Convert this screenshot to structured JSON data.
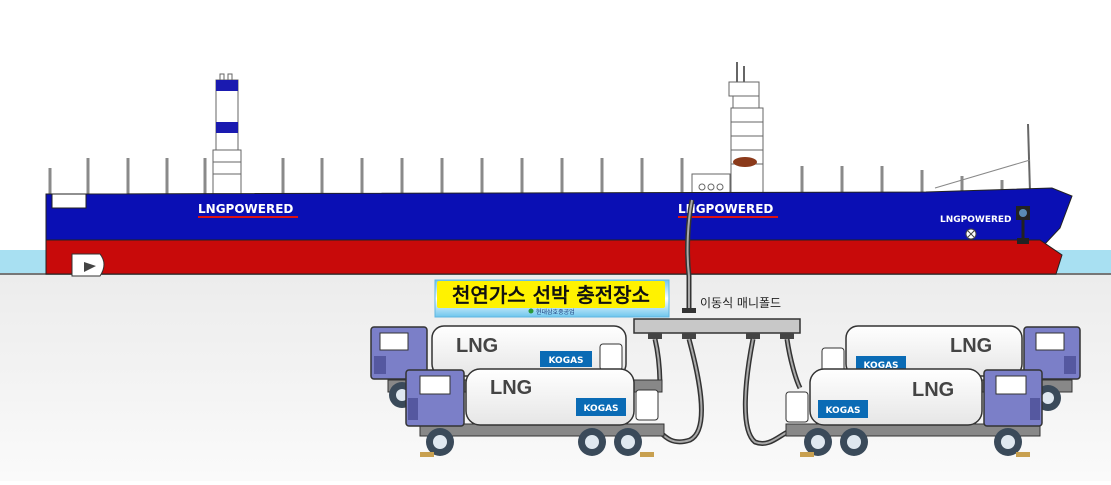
{
  "ship": {
    "label_1": "LNGPOWERED",
    "label_2": "LNGPOWERED",
    "label_3": "LNGPOWERED",
    "hull_blue": "#0a0fb4",
    "hull_red": "#c80a0a"
  },
  "station": {
    "title": "천연가스 선박 충전장소",
    "sub": "현대삼호중공업"
  },
  "manifold": {
    "label": "이동식 매니폴드"
  },
  "trucks": [
    {
      "cargo": "LNG",
      "brand": "KOGAS"
    },
    {
      "cargo": "LNG",
      "brand": "KOGAS"
    },
    {
      "cargo": "LNG",
      "brand": "KOGAS"
    },
    {
      "cargo": "LNG",
      "brand": "KOGAS"
    }
  ],
  "colors": {
    "water": "#a8e0f2",
    "ground": "#f2f2f2",
    "truck_cab": "#7b7fc8",
    "kogas": "#0a6bb5"
  }
}
